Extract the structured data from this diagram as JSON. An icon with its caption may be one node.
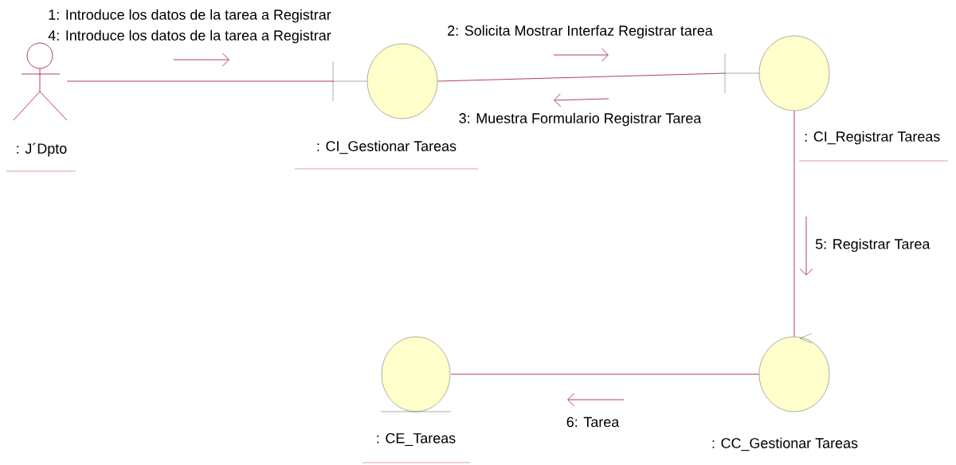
{
  "diagram": {
    "nodes": [
      {
        "text": [
          ": J´Dpto"
        ]
      },
      {
        "text": [
          ": CI_Gestionar Tareas"
        ]
      },
      {
        "text": [
          ": CI_Registrar Tareas"
        ]
      },
      {
        "text": [
          ": CE_Tareas"
        ]
      },
      {
        "text": [
          ": CC_Gestionar Tareas"
        ]
      }
    ],
    "edges": [
      {
        "from": 0,
        "to": 1,
        "arrow": "none"
      },
      {
        "from": 1,
        "to": 2,
        "arrow": "none"
      },
      {
        "from": 2,
        "to": 4,
        "arrow": "none"
      },
      {
        "from": 4,
        "to": 3,
        "arrow": "none"
      }
    ],
    "labels": [
      "1: Introduce los datos de la tarea a Registrar",
      "4: Introduce los datos de la tarea a Registrar",
      "2: Solicita Mostrar Interfaz Registrar tarea",
      "3: Muestra Formulario Registrar Tarea",
      "5: Registrar Tarea",
      "6: Tarea"
    ]
  }
}
